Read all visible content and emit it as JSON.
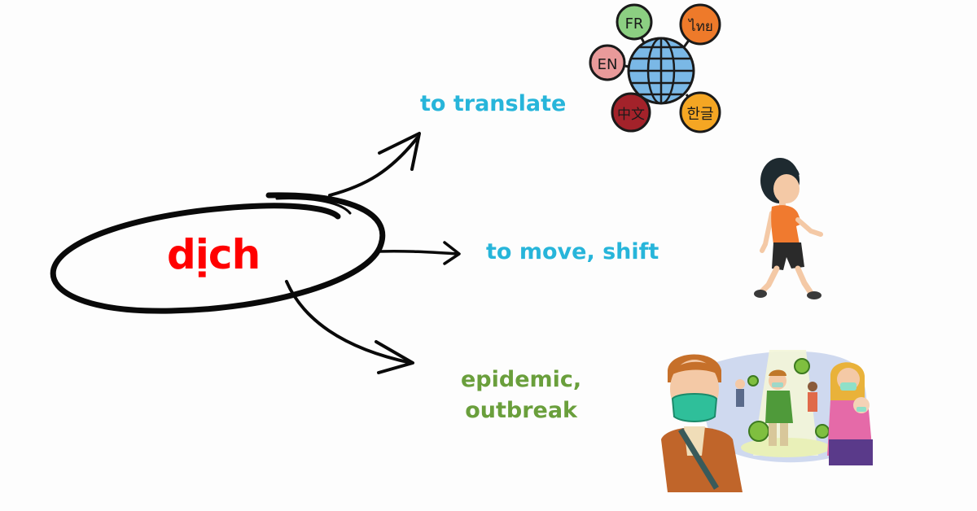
{
  "center": {
    "word": "dịch",
    "color": "#ff0000"
  },
  "meanings": [
    {
      "text": "to translate",
      "color": "#27b5da"
    },
    {
      "text": "to move, shift",
      "color": "#27b5da"
    },
    {
      "line1": "epidemic,",
      "line2": "outbreak",
      "color": "#6a9f3c"
    }
  ],
  "globe_bubbles": [
    {
      "label": "FR",
      "color": "#8ccf82"
    },
    {
      "label": "ไทย",
      "color": "#ee7a2a"
    },
    {
      "label": "EN",
      "color": "#e99a9a"
    },
    {
      "label": "中文",
      "color": "#a3222a"
    },
    {
      "label": "한글",
      "color": "#f5a623"
    }
  ],
  "icons": [
    "globe-languages-illustration",
    "walking-boy-illustration",
    "masked-people-epidemic-illustration"
  ]
}
